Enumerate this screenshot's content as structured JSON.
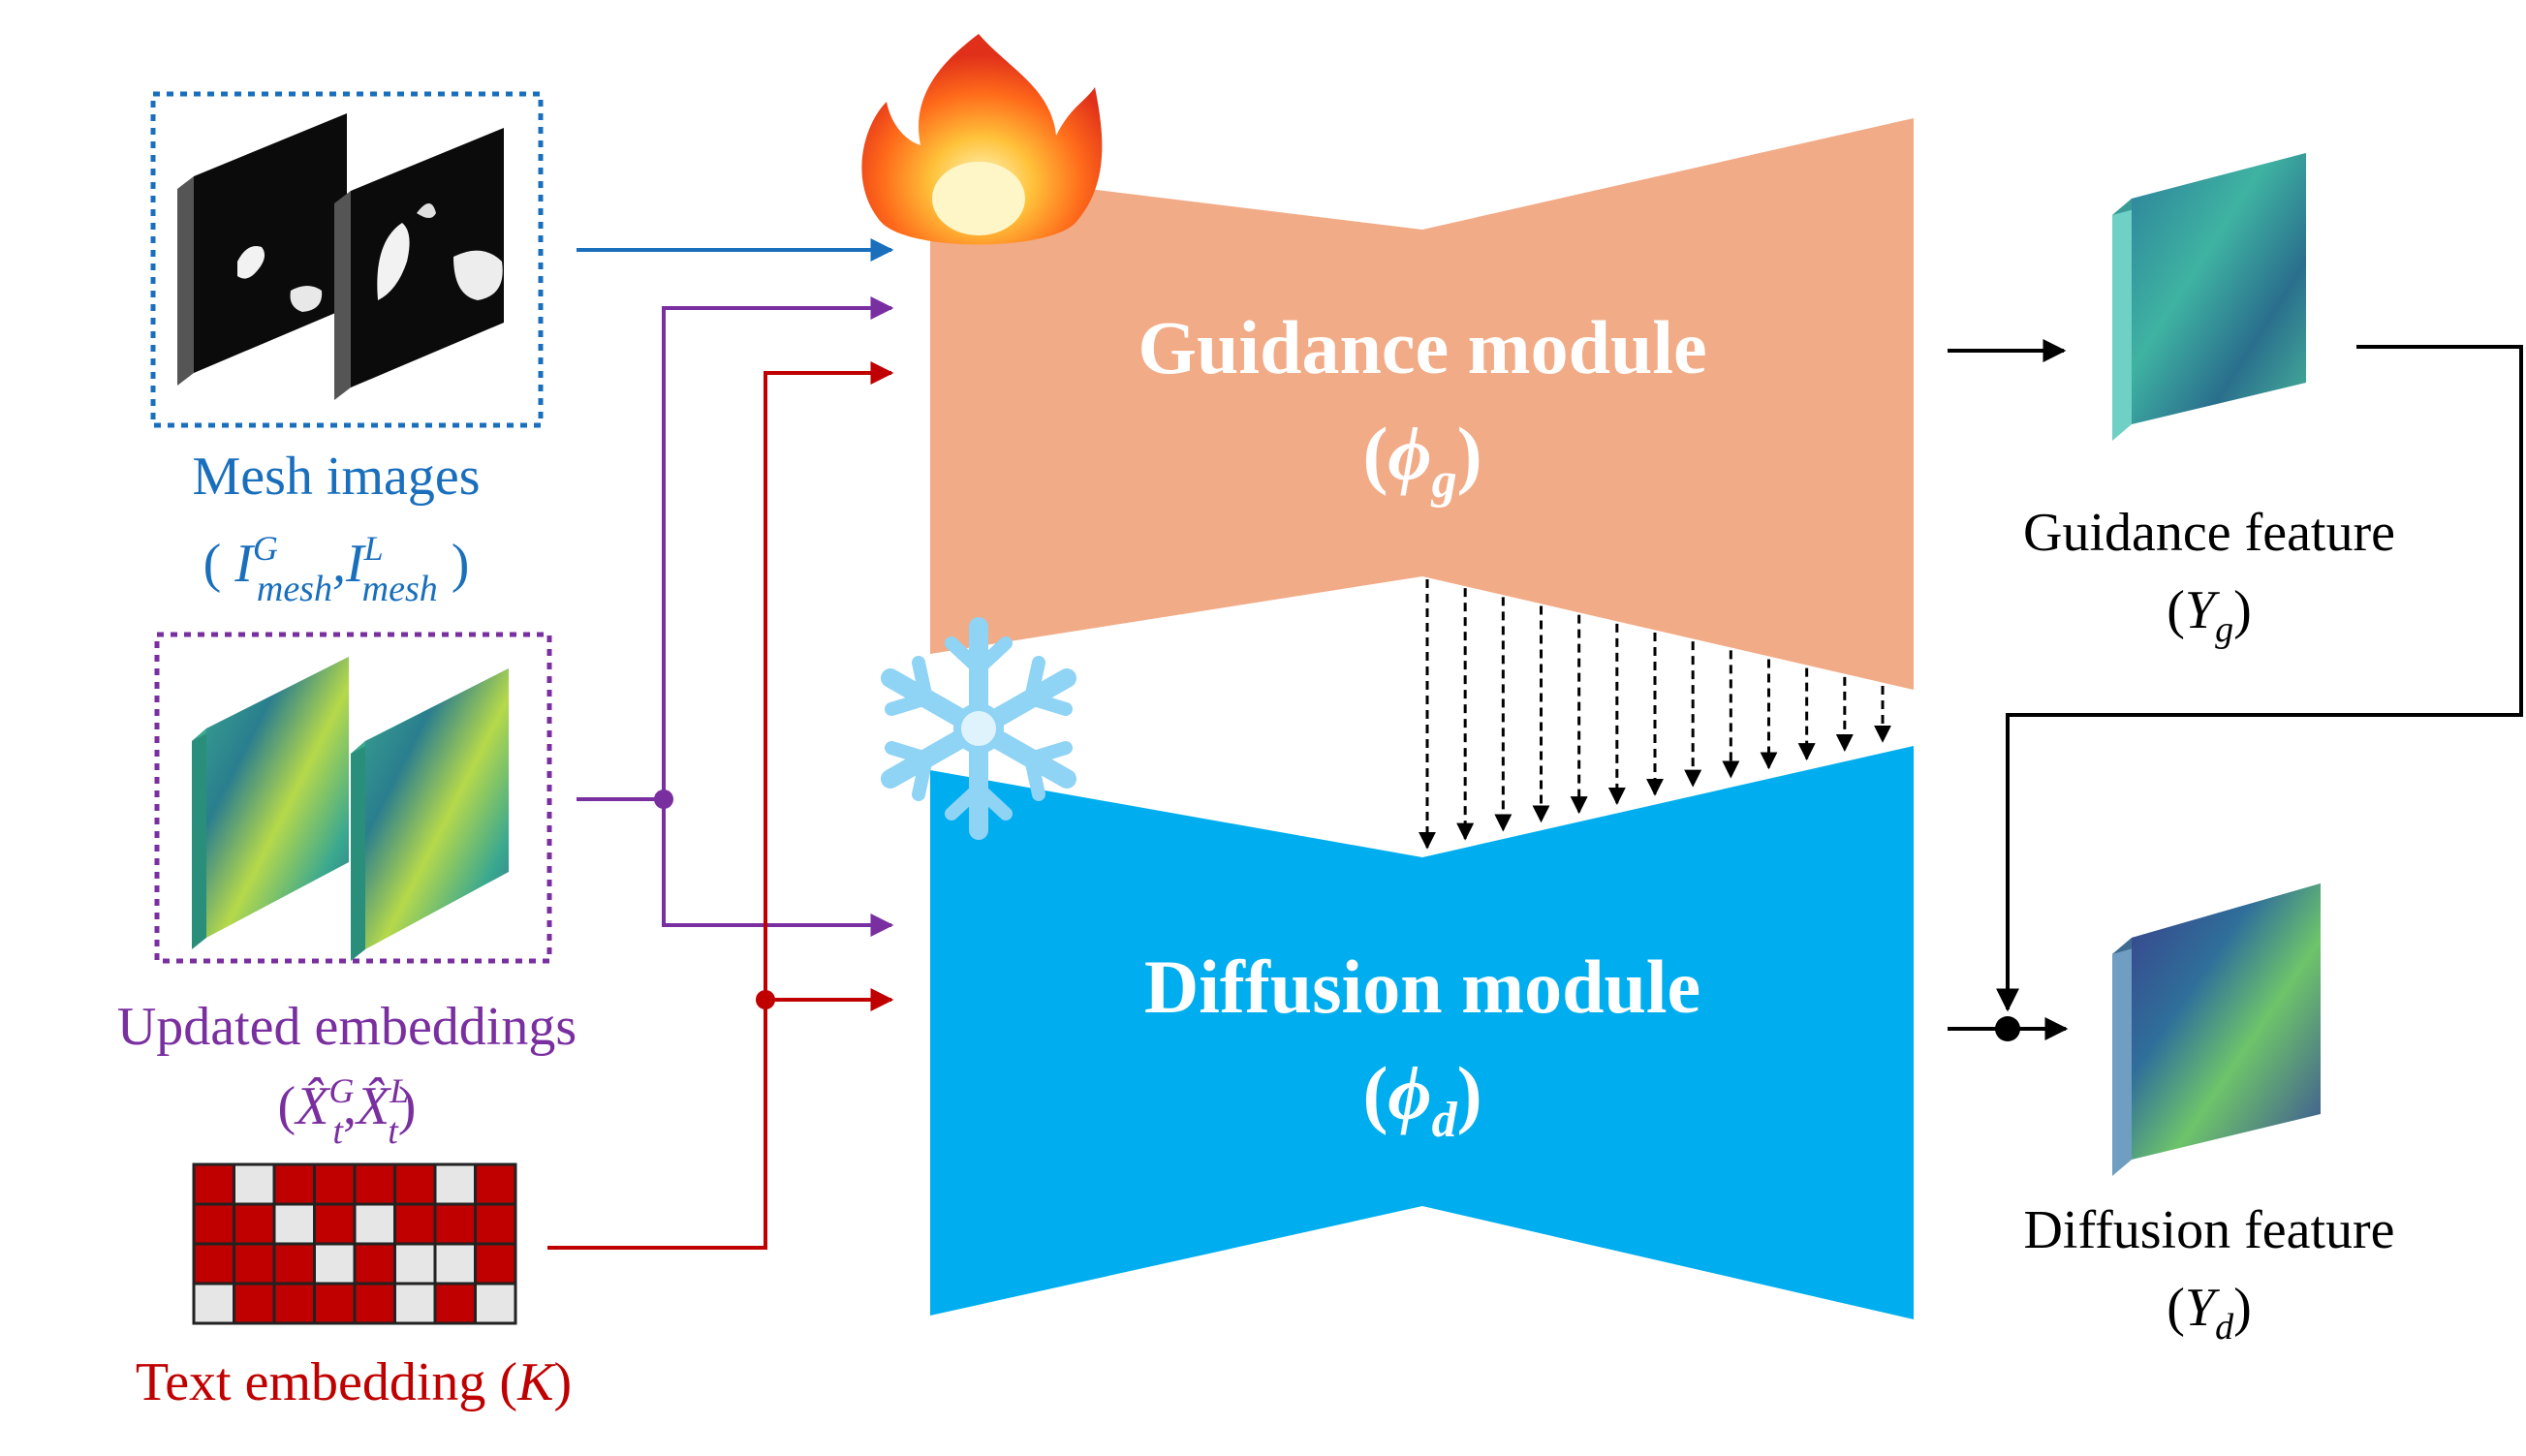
{
  "colors": {
    "mesh": "#1a6fbd",
    "embed": "#7a2fa0",
    "text": "#c00000",
    "guidance_module": "#f2ab87",
    "diffusion_module": "#00aeef",
    "arrow": "#000000",
    "text_grid_red": "#c00000",
    "text_grid_light": "#e6e6e6"
  },
  "inputs": {
    "mesh": {
      "label": "Mesh images",
      "notation_open": "(",
      "notation_body": "I",
      "sup1": "G",
      "sub1": "mesh",
      "sup2": "L",
      "sub2": "mesh",
      "notation_close": ")"
    },
    "embeddings": {
      "label": "Updated embeddings",
      "sup1": "G",
      "sup2": "L",
      "sub": "t",
      "symbol": "X̂"
    },
    "text": {
      "label_prefix": "Text embedding (",
      "symbol": "K",
      "label_suffix": ")"
    }
  },
  "text_grid": [
    [
      1,
      0,
      1,
      1,
      1,
      1,
      0,
      1
    ],
    [
      1,
      1,
      0,
      1,
      0,
      1,
      1,
      1
    ],
    [
      1,
      1,
      1,
      0,
      1,
      0,
      0,
      1
    ],
    [
      0,
      1,
      1,
      1,
      1,
      0,
      1,
      0
    ]
  ],
  "modules": {
    "guidance": {
      "name": "Guidance module",
      "symbol": "ϕ",
      "sub": "g",
      "state_icon": "fire-icon"
    },
    "diffusion": {
      "name": "Diffusion module",
      "symbol": "ϕ",
      "sub": "d",
      "state_icon": "snowflake-icon"
    }
  },
  "outputs": {
    "guidance": {
      "label": "Guidance feature",
      "symbol": "Y",
      "sub": "g"
    },
    "diffusion": {
      "label": "Diffusion feature",
      "symbol": "Y",
      "sub": "d"
    }
  }
}
